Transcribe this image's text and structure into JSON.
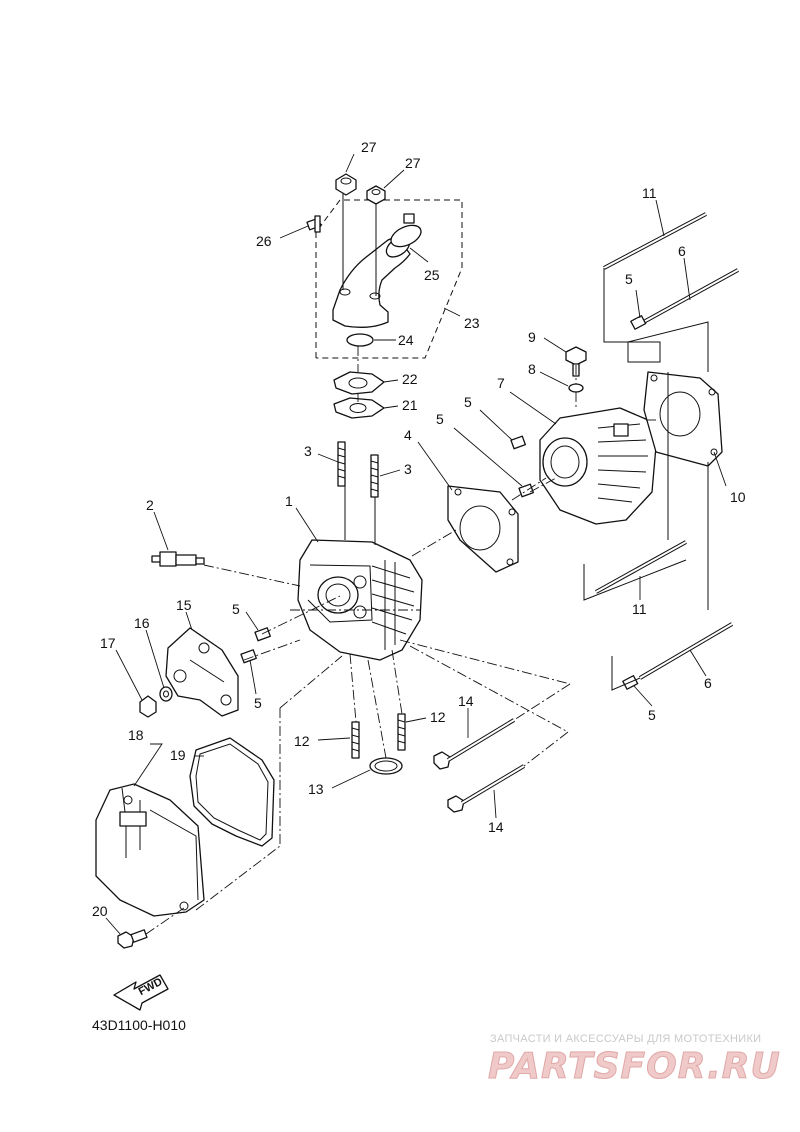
{
  "diagram_code": "43D1100-H010",
  "fwd_label": "FWD",
  "callouts": {
    "c1": "1",
    "c2": "2",
    "c3a": "3",
    "c3b": "3",
    "c4": "4",
    "c5a": "5",
    "c5b": "5",
    "c5c": "5",
    "c5d": "5",
    "c5e": "5",
    "c5f": "5",
    "c6a": "6",
    "c6b": "6",
    "c7": "7",
    "c8": "8",
    "c9": "9",
    "c10": "10",
    "c11a": "11",
    "c11b": "11",
    "c12a": "12",
    "c12b": "12",
    "c13": "13",
    "c14a": "14",
    "c14b": "14",
    "c15": "15",
    "c16": "16",
    "c17": "17",
    "c18": "18",
    "c19": "19",
    "c20": "20",
    "c21": "21",
    "c22": "22",
    "c23": "23",
    "c24": "24",
    "c25": "25",
    "c26": "26",
    "c27a": "27",
    "c27b": "27"
  },
  "watermark": {
    "caption": "ЗАПЧАСТИ И АКСЕССУАРЫ ДЛЯ МОТОТЕХНИКИ",
    "logo": "PARTSFOR.RU"
  }
}
